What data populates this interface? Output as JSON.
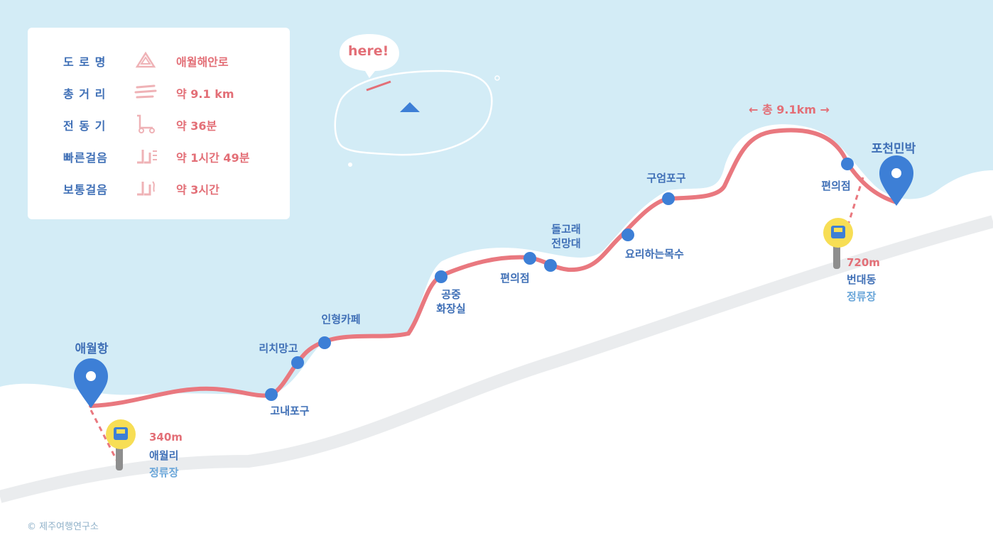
{
  "legend": {
    "rows": [
      {
        "name": "도 로 명",
        "icon": "road-icon",
        "value": "애월해안로"
      },
      {
        "name": "총 거 리",
        "icon": "distance-icon",
        "value": "약 9.1 km"
      },
      {
        "name": "전 동 기",
        "icon": "scooter-icon",
        "value": "약 36분"
      },
      {
        "name": "빠른걸음",
        "icon": "fast-walk-icon",
        "value": "약 1시간 49분"
      },
      {
        "name": "보통걸음",
        "icon": "normal-walk-icon",
        "value": "약 3시간"
      }
    ]
  },
  "inset": {
    "here": "here!"
  },
  "total_distance": "← 총 9.1km →",
  "route": {
    "start": "애월항",
    "end": "포천민박",
    "stops": [
      {
        "id": "gonae",
        "label": "고내포구"
      },
      {
        "id": "rich",
        "label": "리치망고"
      },
      {
        "id": "inhyeong",
        "label": "인형카페"
      },
      {
        "id": "toilet",
        "label": "공중\n화장실"
      },
      {
        "id": "conv1",
        "label": "편의점"
      },
      {
        "id": "dolgorae",
        "label": "돌고래\n전망대"
      },
      {
        "id": "yori",
        "label": "요리하는목수"
      },
      {
        "id": "gueom",
        "label": "구엄포구"
      },
      {
        "id": "conv2",
        "label": "편의점"
      }
    ]
  },
  "bus_stops": [
    {
      "distance": "340m",
      "name": "애월리",
      "suffix": "정류장"
    },
    {
      "distance": "720m",
      "name": "번대동",
      "suffix": "정류장"
    }
  ],
  "copyright": "© 제주여행연구소",
  "colors": {
    "sea": "#d3ecf6",
    "land": "#ffffff",
    "route": "#e9787f",
    "stop": "#3d7fd6",
    "text_blue": "#3f6fb6",
    "text_red": "#e36f77"
  }
}
